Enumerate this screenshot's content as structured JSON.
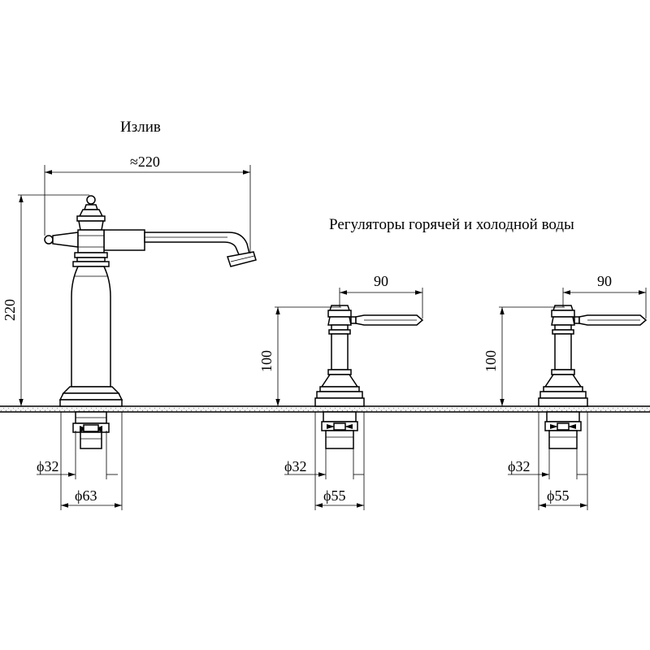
{
  "titles": {
    "spout": "Излив",
    "valves": "Регуляторы горячей и холодной воды"
  },
  "spout": {
    "reach": "≈220",
    "height": "220",
    "inner_diameter": "ϕ32",
    "base_diameter": "ϕ63"
  },
  "valve_left": {
    "handle_reach": "90",
    "height": "100",
    "inner_diameter": "ϕ32",
    "base_diameter": "ϕ55"
  },
  "valve_right": {
    "handle_reach": "90",
    "height": "100",
    "inner_diameter": "ϕ32",
    "base_diameter": "ϕ55"
  }
}
